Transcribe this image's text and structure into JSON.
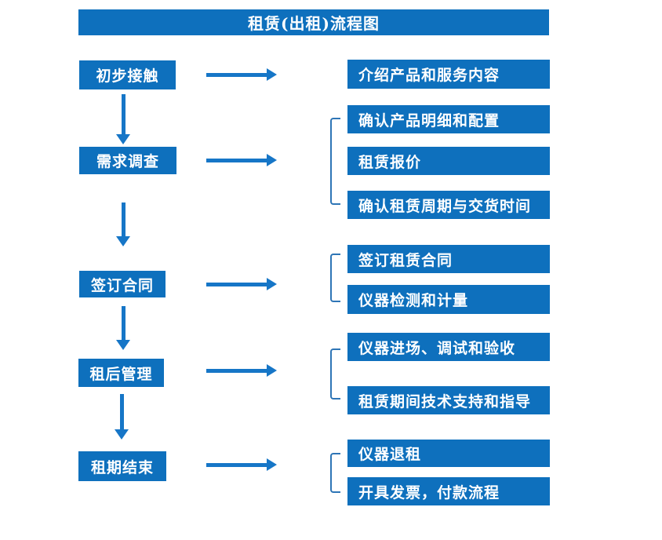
{
  "title": "租赁(出租)流程图",
  "colors": {
    "box_fill": "#0e70bd",
    "arrow": "#1676c7",
    "bracket": "#2e75b6",
    "text": "#ffffff",
    "background": "#ffffff"
  },
  "steps": [
    {
      "label": "初步接触",
      "details": [
        "介绍产品和服务内容"
      ]
    },
    {
      "label": "需求调查",
      "details": [
        "确认产品明细和配置",
        "租赁报价",
        "确认租赁周期与交货时间"
      ]
    },
    {
      "label": "签订合同",
      "details": [
        "签订租赁合同",
        "仪器检测和计量"
      ]
    },
    {
      "label": "租后管理",
      "details": [
        "仪器进场、调试和验收",
        "租赁期间技术支持和指导"
      ]
    },
    {
      "label": "租期结束",
      "details": [
        "仪器退租",
        "开具发票，付款流程"
      ]
    }
  ]
}
